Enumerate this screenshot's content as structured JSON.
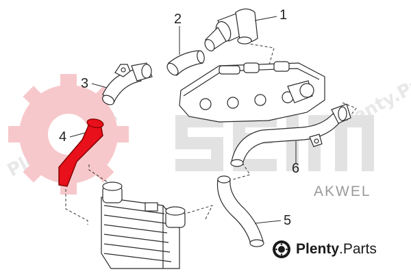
{
  "watermark": {
    "text_left": "Plenty.Parts",
    "text_right": "Plenty.Parts"
  },
  "callouts": [
    {
      "id": "1",
      "label": "1"
    },
    {
      "id": "2",
      "label": "2"
    },
    {
      "id": "3",
      "label": "3"
    },
    {
      "id": "4",
      "label": "4"
    },
    {
      "id": "5",
      "label": "5"
    },
    {
      "id": "6",
      "label": "6"
    }
  ],
  "brand": {
    "text": "AKWEL"
  },
  "footer": {
    "word1": "Plenty",
    "word2": ".Parts"
  },
  "colors": {
    "highlight_hose": "#e8101a",
    "seim_logo": "#e2e2e2",
    "gear": "#f7c8cb",
    "line": "#2a2a2a"
  }
}
